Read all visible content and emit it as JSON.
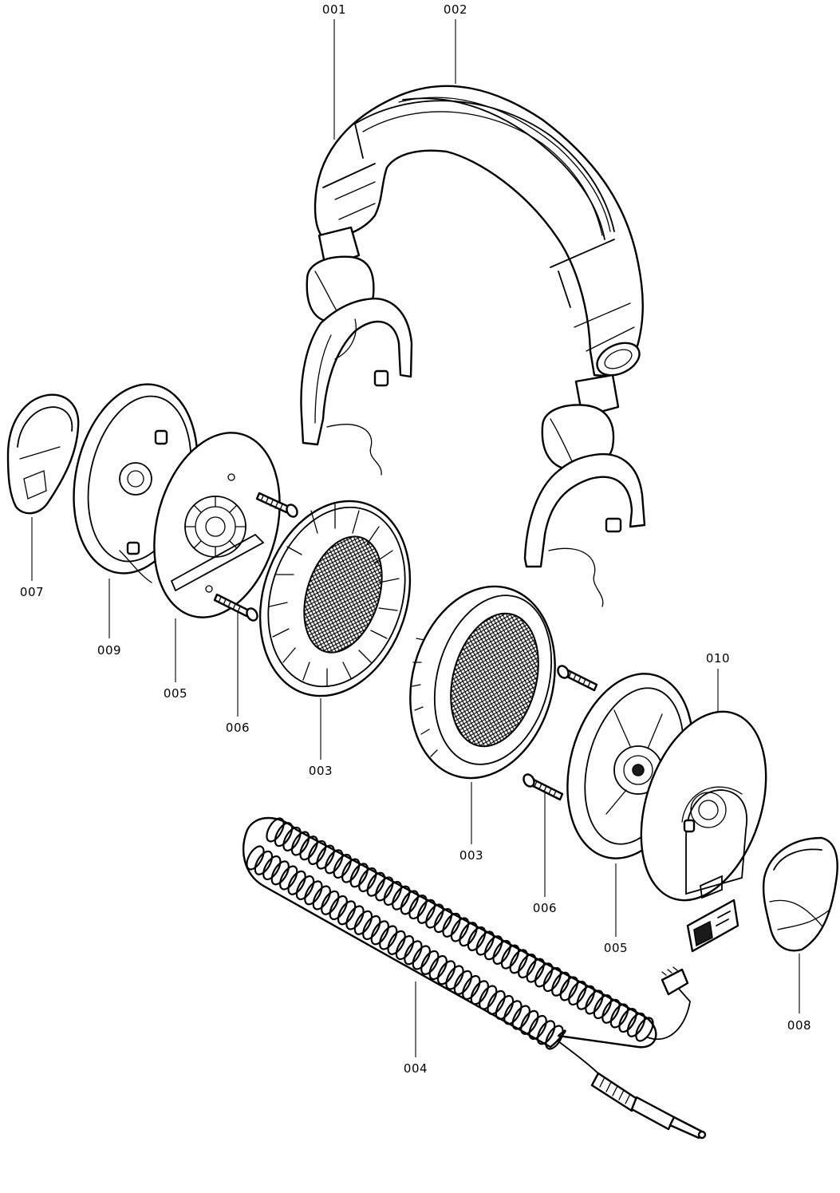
{
  "callouts": {
    "c001": "001",
    "c002": "002",
    "c003a": "003",
    "c003b": "003",
    "c004": "004",
    "c005a": "005",
    "c005b": "005",
    "c006a": "006",
    "c006b": "006",
    "c007": "007",
    "c008": "008",
    "c009": "009",
    "c010": "010"
  },
  "colors": {
    "line": "#000000",
    "paper": "#ffffff"
  }
}
